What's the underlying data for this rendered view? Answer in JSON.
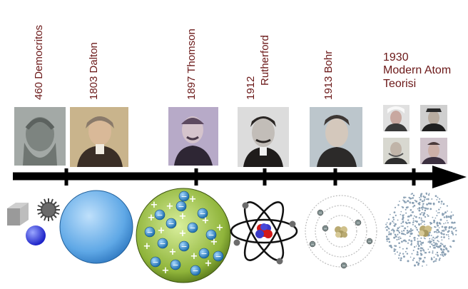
{
  "timeline": {
    "events": [
      {
        "year": "460",
        "name": "Democritos",
        "label": "460 Democritos"
      },
      {
        "year": "1803",
        "name": "Dalton",
        "label": "1803 Dalton"
      },
      {
        "year": "1897",
        "name": "Thomson",
        "label": "1897 Thomson"
      },
      {
        "year": "1912",
        "name": "Rutherford",
        "label_line1": "1912",
        "label_line2": "Rutherford"
      },
      {
        "year": "1913",
        "name": "Bohr",
        "label": "1913 Bohr"
      },
      {
        "year": "1930",
        "label_line1": "1930",
        "label_line2": "Modern Atom",
        "label_line3": "Teorisi"
      }
    ]
  },
  "thomson_model": {
    "plus": "+",
    "minus": "−"
  },
  "colors": {
    "label_text": "#6b1818",
    "timeline": "#000000",
    "dalton_sphere": "#5fa8e6",
    "thomson_sphere": "#7ea02a",
    "electron": "#2f86c8"
  }
}
